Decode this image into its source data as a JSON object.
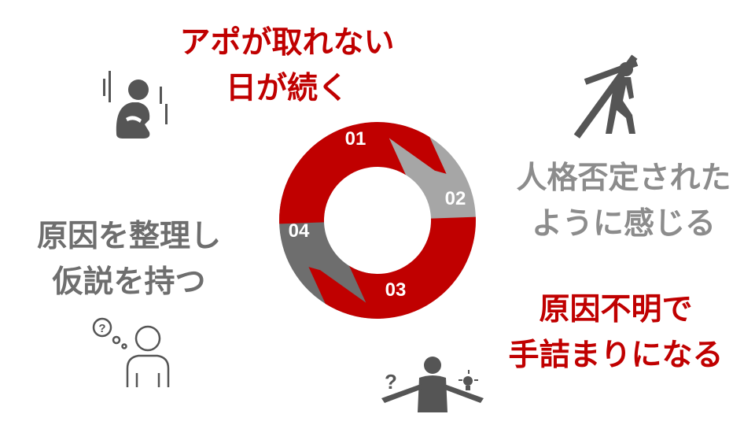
{
  "colors": {
    "red": "#c00000",
    "gray_light": "#a6a6a6",
    "gray_dark": "#6e6e6e",
    "icon_gray": "#555555",
    "text_gray": "#8c8c8c"
  },
  "cycle": {
    "steps": [
      {
        "number": "01",
        "color": "#c00000",
        "lines": [
          "アポが取れない",
          "日が続く"
        ],
        "text_color": "#c00000"
      },
      {
        "number": "02",
        "color": "#a6a6a6",
        "lines": [
          "人格否定された",
          "ように感じる"
        ],
        "text_color": "#8c8c8c"
      },
      {
        "number": "03",
        "color": "#c00000",
        "lines": [
          "原因不明で",
          "手詰まりになる"
        ],
        "text_color": "#c00000"
      },
      {
        "number": "04",
        "color": "#6e6e6e",
        "lines": [
          "原因を整理し",
          "仮説を持つ"
        ],
        "text_color": "#6e6e6e"
      }
    ]
  },
  "icons": [
    "despair-person-icon",
    "carrying-cross-icon",
    "thinking-person-icon",
    "question-idea-person-icon"
  ]
}
